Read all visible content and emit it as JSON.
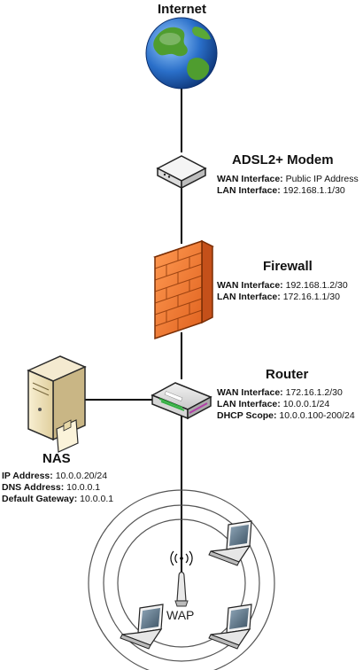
{
  "internet": {
    "title": "Internet",
    "icon": "globe-icon"
  },
  "modem": {
    "title": "ADSL2+ Modem",
    "wan_key": "WAN Interface:",
    "wan_val": "Public IP Address",
    "lan_key": "LAN Interface:",
    "lan_val": "192.168.1.1/30",
    "icon": "modem-icon"
  },
  "firewall": {
    "title": "Firewall",
    "wan_key": "WAN Interface:",
    "wan_val": "192.168.1.2/30",
    "lan_key": "LAN Interface:",
    "lan_val": "172.16.1.1/30",
    "icon": "brick-firewall-icon"
  },
  "router": {
    "title": "Router",
    "wan_key": "WAN Interface:",
    "wan_val": "172.16.1.2/30",
    "lan_key": "LAN Interface:",
    "lan_val": "10.0.0.1/24",
    "dhcp_key": "DHCP Scope:",
    "dhcp_val": "10.0.0.100-200/24",
    "icon": "router-icon"
  },
  "nas": {
    "title": "NAS",
    "ip_key": "IP Address:",
    "ip_val": "10.0.0.20/24",
    "dns_key": "DNS Address:",
    "dns_val": "10.0.0.1",
    "gw_key": "Default Gateway:",
    "gw_val": "10.0.0.1",
    "icon": "server-icon"
  },
  "wap": {
    "label": "WAP",
    "icon": "access-point-icon"
  },
  "colors": {
    "line": "#000000",
    "firewall": "#f47a35",
    "ocean": "#2a6fc9",
    "land": "#4f9d2f",
    "router_accent": "#2fae3e",
    "rings": "#555555"
  }
}
